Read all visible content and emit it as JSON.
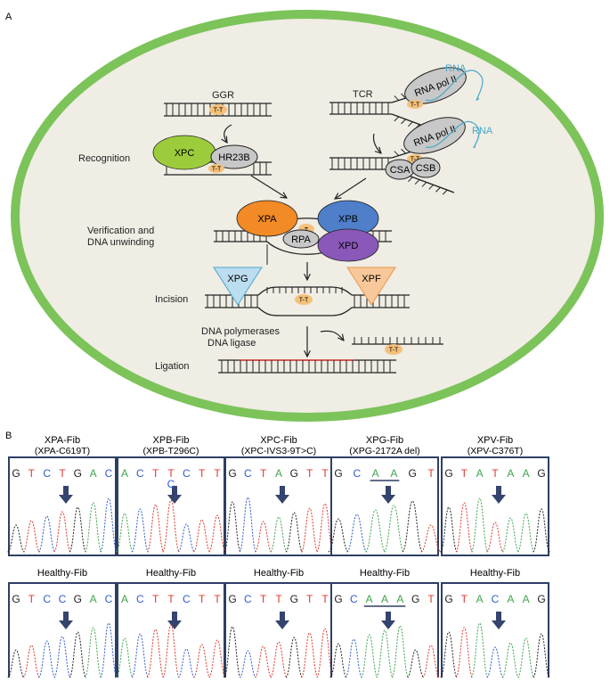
{
  "panels": {
    "a": "A",
    "b": "B"
  },
  "steps": {
    "ggr": "GGR",
    "tcr": "TCR",
    "recognition": "Recognition",
    "verification_1": "Verification and",
    "verification_2": "DNA unwinding",
    "incision": "Incision",
    "poly_1": "DNA polymerases",
    "poly_2": "DNA ligase",
    "ligation": "Ligation"
  },
  "proteins": {
    "xpc": "XPC",
    "hr23b": "HR23B",
    "rnapol": "RNA pol II",
    "rna": "RNA",
    "csa": "CSA",
    "csb": "CSB",
    "xpa": "XPA",
    "xpb": "XPB",
    "rpa": "RPA",
    "xpd": "XPD",
    "xpg": "XPG",
    "xpf": "XPF",
    "tt": "T-T",
    "t": "T"
  },
  "colors": {
    "cell_border": "#7cc35a",
    "cell_fill": "#efede4",
    "xpc": "#9ccc3c",
    "xpa": "#f28a26",
    "xpb": "#4f7fc9",
    "xpd": "#8a58b8",
    "xpg": "#bcdcf0",
    "xpf": "#f9c89a",
    "tt": "#f4c07a",
    "grey_prot": "#c8c8c8",
    "frame": "#2e3f64",
    "arrow": "#34446e",
    "ligation_red": "#e23b3b"
  },
  "traces": [
    {
      "title": "XPA-Fib",
      "subtitle": "(XPA-C619T)",
      "bases": [
        "G",
        "T",
        "C",
        "T",
        "G",
        "A",
        "C"
      ],
      "mutant_base": "",
      "healthy_title": "Healthy-Fib",
      "healthy_bases": [
        "G",
        "T",
        "C",
        "C",
        "G",
        "A",
        "C"
      ]
    },
    {
      "title": "XPB-Fib",
      "subtitle": "(XPB-T296C)",
      "bases": [
        "A",
        "C",
        "T",
        "T",
        "C",
        "T",
        "T"
      ],
      "mutant_base": "C",
      "healthy_title": "Healthy-Fib",
      "healthy_bases": [
        "A",
        "C",
        "T",
        "T",
        "C",
        "T",
        "T"
      ]
    },
    {
      "title": "XPC-Fib",
      "subtitle": "(XPC-IVS3-9T>C)",
      "bases": [
        "G",
        "C",
        "T",
        "A",
        "G",
        "T",
        "T"
      ],
      "mutant_base": "",
      "healthy_title": "Healthy-Fib",
      "healthy_bases": [
        "G",
        "C",
        "T",
        "T",
        "G",
        "T",
        "T"
      ]
    },
    {
      "title": "XPG-Fib",
      "subtitle": "(XPG-2172A del)",
      "bases": [
        "G",
        "C",
        "A",
        "A",
        "G",
        "T"
      ],
      "mutant_base": "",
      "healthy_title": "Healthy-Fib",
      "healthy_bases": [
        "G",
        "C",
        "A",
        "A",
        "A",
        "G",
        "T"
      ]
    },
    {
      "title": "XPV-Fib",
      "subtitle": "(XPV-C376T)",
      "bases": [
        "G",
        "T",
        "A",
        "T",
        "A",
        "A",
        "G"
      ],
      "mutant_base": "",
      "healthy_title": "Healthy-Fib",
      "healthy_bases": [
        "G",
        "T",
        "A",
        "C",
        "A",
        "A",
        "G"
      ]
    }
  ]
}
